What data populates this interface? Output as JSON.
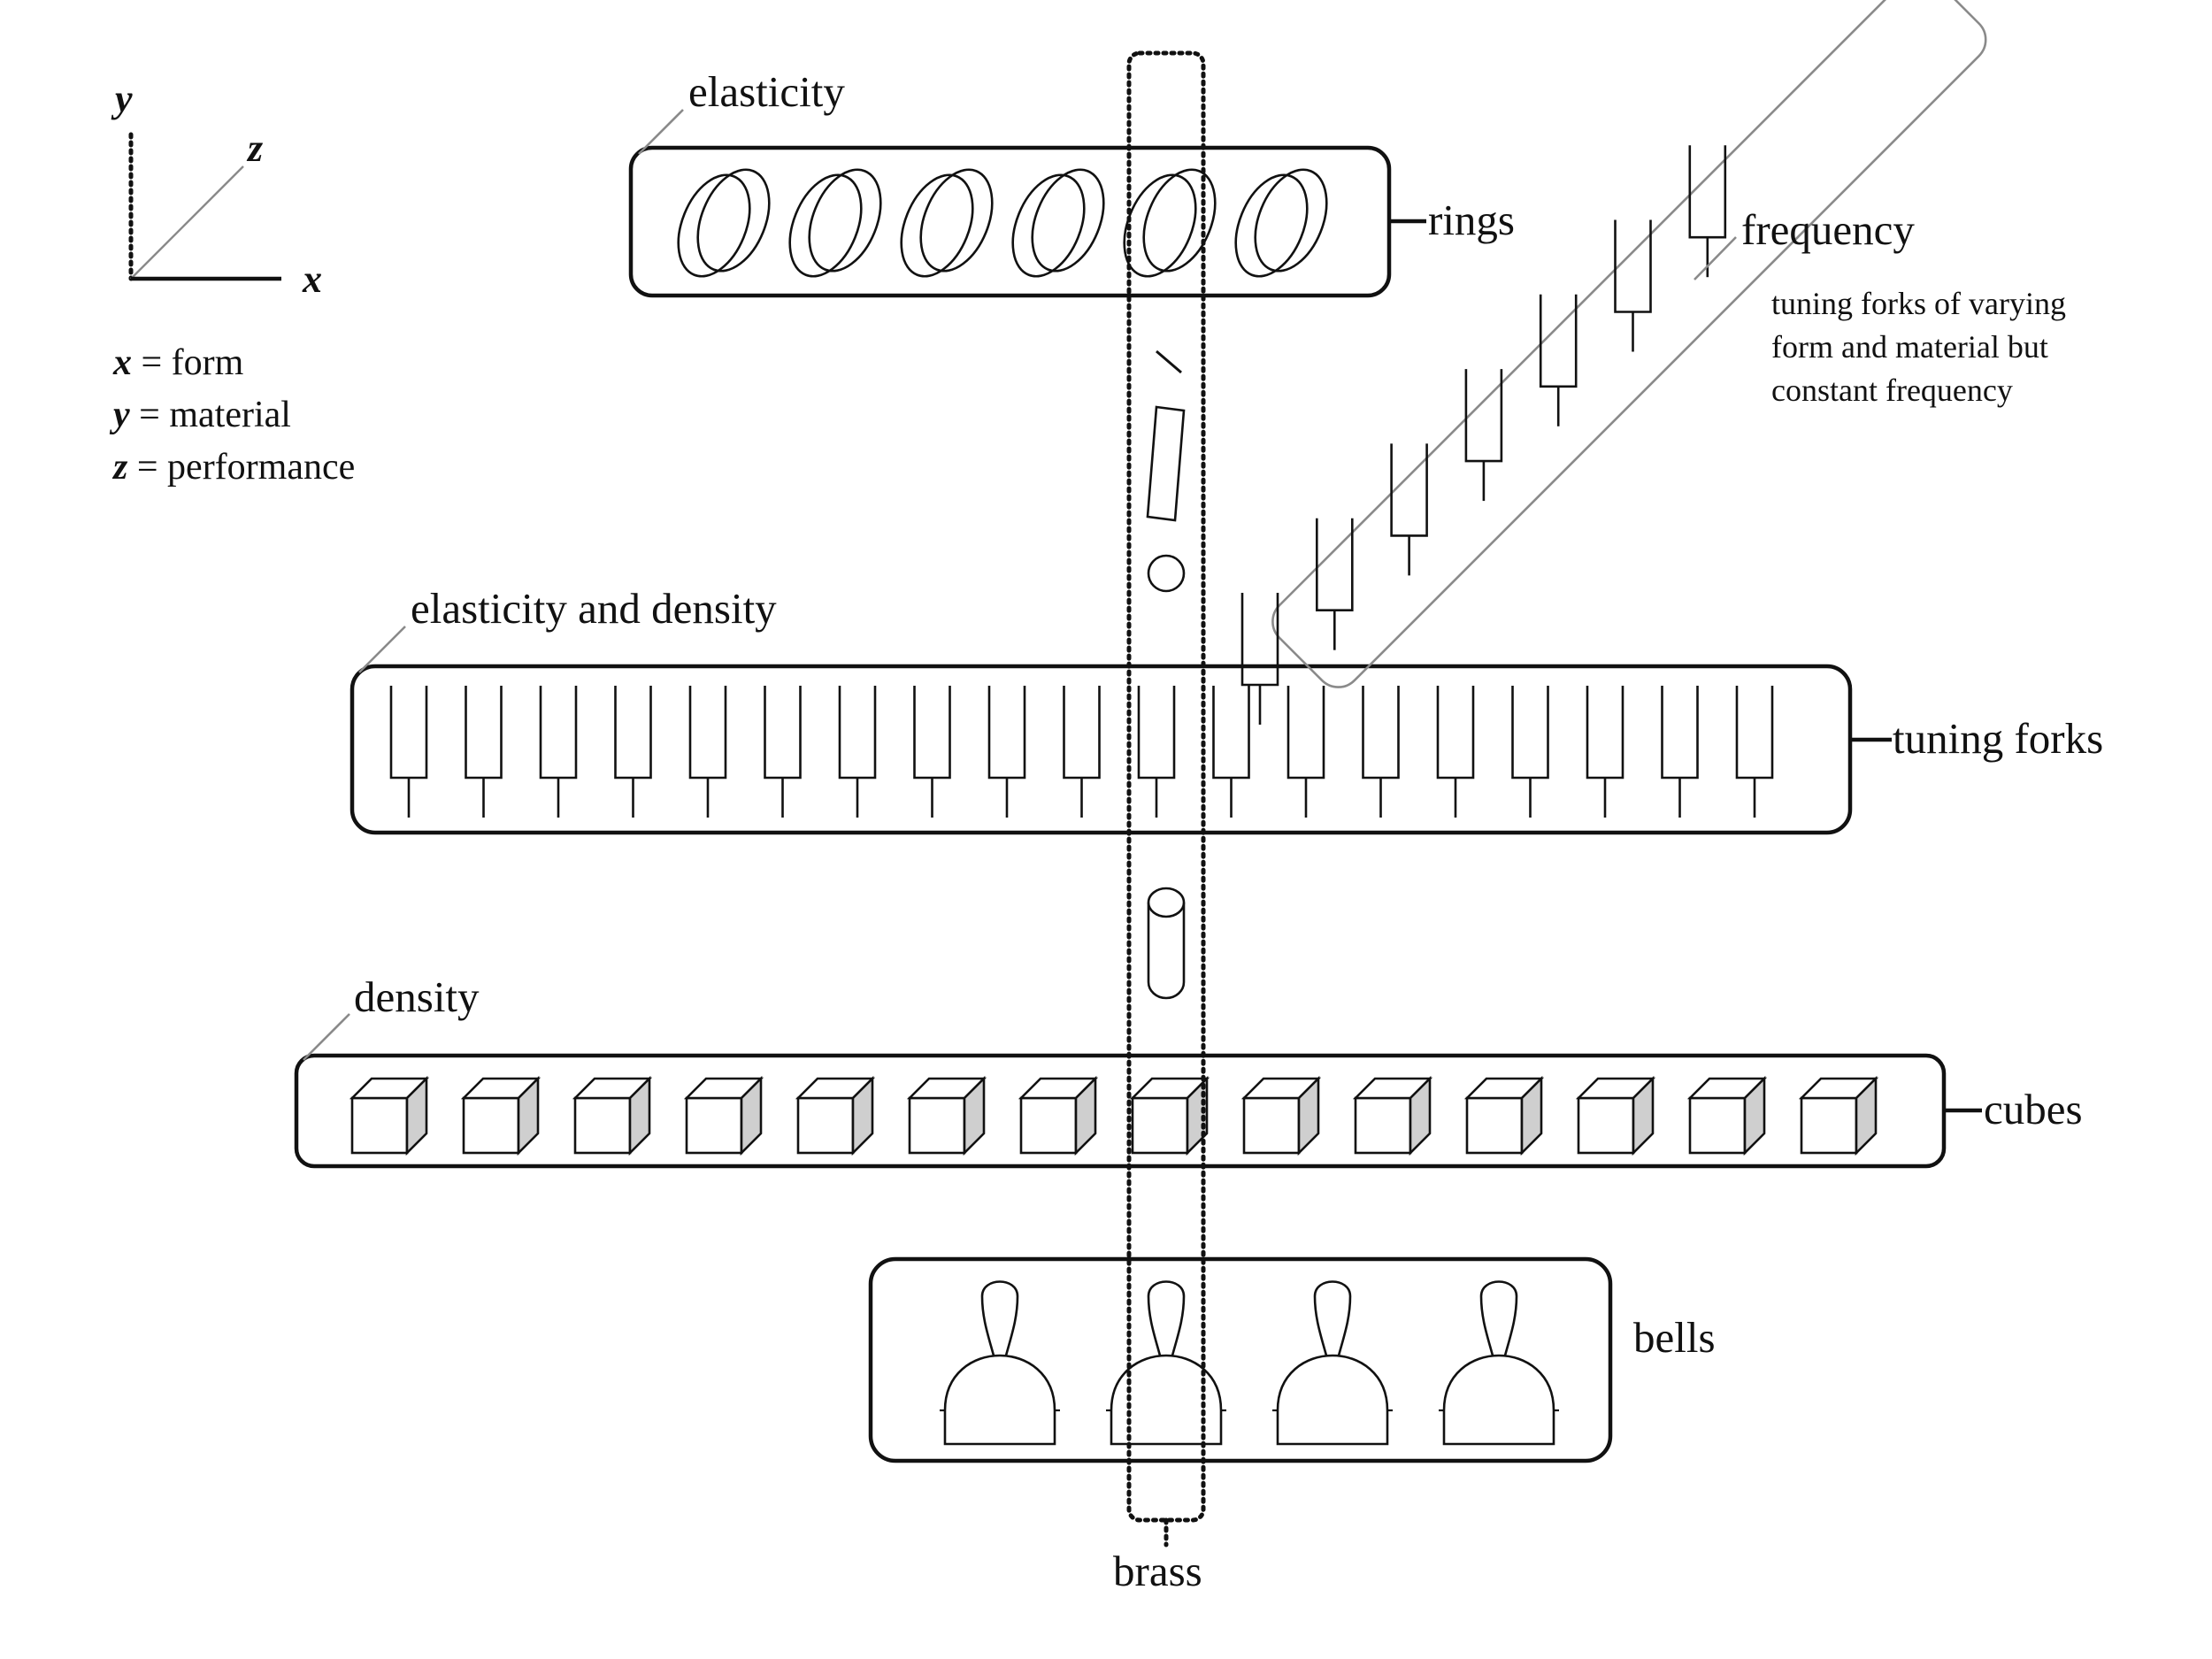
{
  "axes": {
    "y_letter": "y",
    "z_letter": "z",
    "x_letter": "x"
  },
  "legend": [
    {
      "var": "x",
      "text": " = form"
    },
    {
      "var": "y",
      "text": " = material"
    },
    {
      "var": "z",
      "text": " = performance"
    }
  ],
  "groups": {
    "rings": {
      "property_label": "elasticity",
      "name_label": "rings",
      "count": 6
    },
    "tuning_forks": {
      "property_label": "elasticity and density",
      "name_label": "tuning forks",
      "count": 19
    },
    "cubes": {
      "property_label": "density",
      "name_label": "cubes",
      "count": 14
    },
    "bells": {
      "name_label": "bells",
      "count": 4
    }
  },
  "frequency": {
    "label": "frequency",
    "note_lines": [
      "tuning forks of varying",
      "form and material but",
      "constant frequency"
    ],
    "fork_count": 7
  },
  "material": {
    "label": "brass",
    "shapes": [
      "wire",
      "bar",
      "disc",
      "cylinder"
    ]
  }
}
